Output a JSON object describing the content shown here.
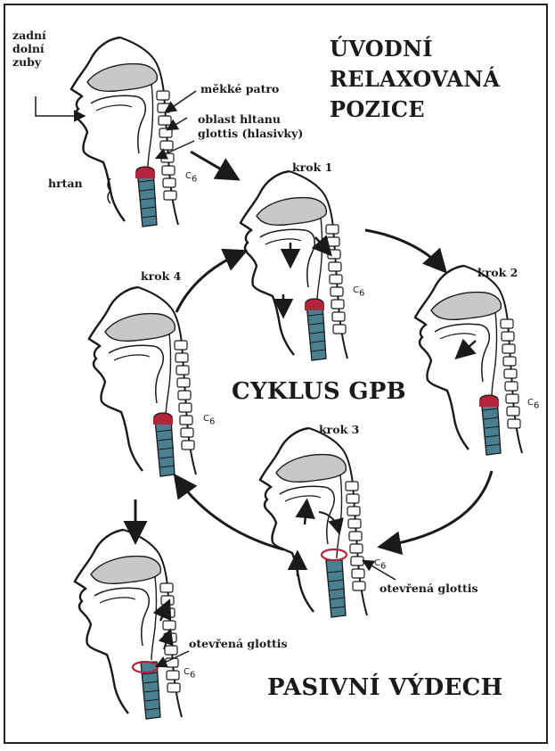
{
  "labels": {
    "zadni_dolni_zuby": [
      "zadní",
      "dolní",
      "zuby"
    ],
    "mekke_patro": "měkké patro",
    "oblast_hltanu": "oblast hltanu",
    "glottis": "glottis (hlasivky)",
    "hrtan": "hrtan",
    "c6": "C",
    "c6_sub": "6",
    "krok1": "krok 1",
    "krok2": "krok 2",
    "krok3": "krok 3",
    "krok4": "krok 4",
    "otevrena_glottis": "otevřená glottis"
  },
  "titles": {
    "uvodni": [
      "ÚVODNÍ",
      "RELAXOVANÁ",
      "POZICE"
    ],
    "cyklus": "CYKLUS GPB",
    "pasivni": "PASIVNÍ VÝDECH"
  },
  "colors": {
    "ink": "#1a1a1a",
    "palate_fill": "#c8c8c8",
    "trachea_fill": "#4a7f8f",
    "glottis_fill": "#b3243a"
  }
}
